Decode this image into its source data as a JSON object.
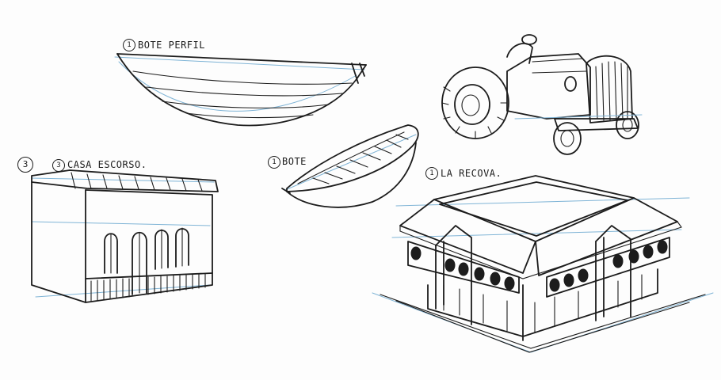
{
  "sketches": [
    {
      "id": "boat-profile",
      "number": "1",
      "label": "BOTE PERFIL"
    },
    {
      "id": "boat",
      "number": "1",
      "label": "BOTE"
    },
    {
      "id": "house",
      "number": "3",
      "label": "CASA ESCORSO.",
      "extra_number": "3"
    },
    {
      "id": "building",
      "number": "1",
      "label": "LA RECOVA."
    }
  ],
  "colors": {
    "ink": "#1c1c1c",
    "construction": "#7fb4d6",
    "paper": "#fdfdfd"
  }
}
